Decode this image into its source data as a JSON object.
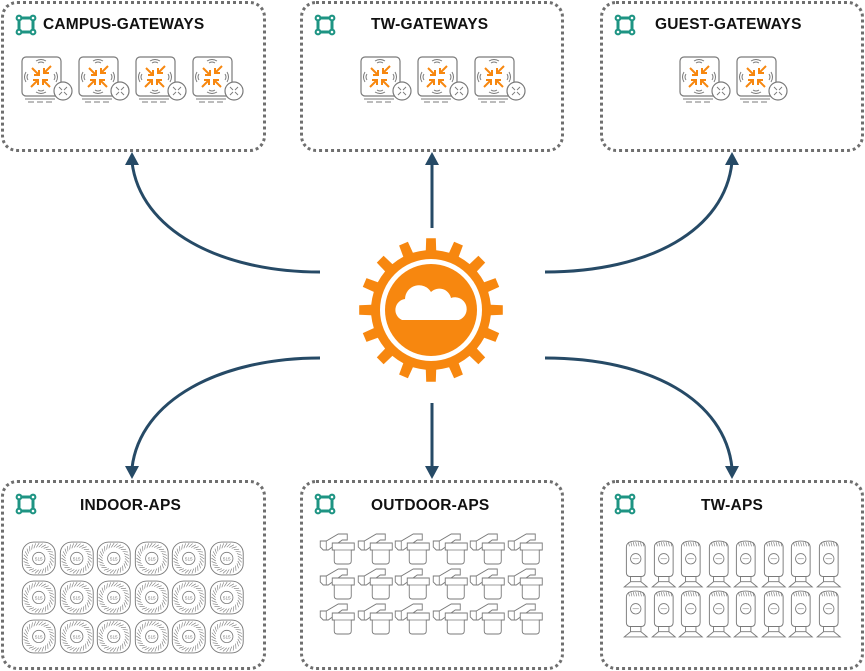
{
  "diagram": {
    "hub": {
      "label": "cloud-management-gear",
      "icon": "gear-cloud-icon"
    },
    "colors": {
      "accent_orange": "#f7870f",
      "arrow_navy": "#264a66",
      "group_icon_teal": "#1e9483",
      "panel_border": "#6f6f6f",
      "device_stroke": "#7a7a7a"
    },
    "groups": [
      {
        "id": "campus-gateways",
        "title": "CAMPUS-GATEWAYS",
        "icon": "group-icon",
        "device_type": "gateway",
        "device_count": 4,
        "columns": 4,
        "direction": "outbound-up"
      },
      {
        "id": "tw-gateways",
        "title": "TW-GATEWAYS",
        "icon": "group-icon",
        "device_type": "gateway",
        "device_count": 3,
        "columns": 3,
        "direction": "outbound-up"
      },
      {
        "id": "guest-gateways",
        "title": "GUEST-GATEWAYS",
        "icon": "group-icon",
        "device_type": "gateway",
        "device_count": 2,
        "columns": 2,
        "direction": "outbound-up"
      },
      {
        "id": "indoor-aps",
        "title": "INDOOR-APS",
        "icon": "group-icon",
        "device_type": "indoor-ap",
        "device_label": "515",
        "device_count": 18,
        "columns": 6,
        "direction": "outbound-down"
      },
      {
        "id": "outdoor-aps",
        "title": "OUTDOOR-APS",
        "icon": "group-icon",
        "device_type": "outdoor-ap",
        "device_count": 18,
        "columns": 6,
        "direction": "outbound-down"
      },
      {
        "id": "tw-aps",
        "title": "TW-APS",
        "icon": "group-icon",
        "device_type": "teleworker-ap",
        "device_count": 16,
        "columns": 8,
        "direction": "outbound-down"
      }
    ]
  }
}
